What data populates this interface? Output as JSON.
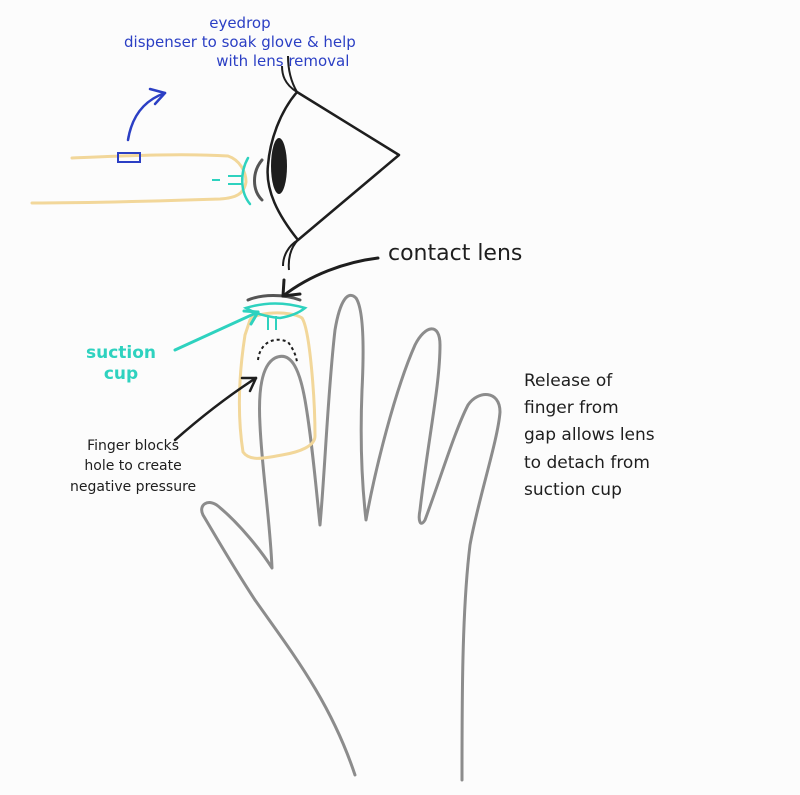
{
  "labels": {
    "eyedrop": "eyedrop\ndispenser to soak glove & help\n                  with lens removal",
    "contact_lens": "contact lens",
    "suction_cup": "suction\ncup",
    "finger_blocks": "Finger blocks\nhole to create\nnegative pressure",
    "release": "Release of\nfinger from\ngap allows lens\nto detach from\nsuction cup"
  },
  "colors": {
    "ink": "#1e1e1e",
    "hand_outline": "#8c8c8c",
    "glove": "#f2d79a",
    "suction": "#2ed2bf",
    "annotation_blue": "#2b3fc4",
    "background": "#fcfcfc"
  }
}
